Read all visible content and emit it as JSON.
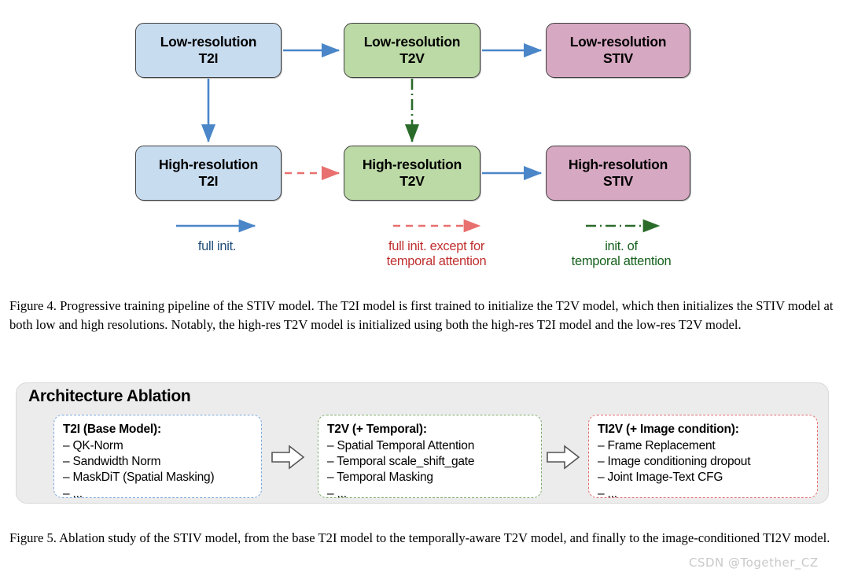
{
  "figure4": {
    "nodes": [
      {
        "id": "lr-t2i",
        "line1": "Low-resolution",
        "line2": "T2I",
        "color": "#c8dcf0"
      },
      {
        "id": "lr-t2v",
        "line1": "Low-resolution",
        "line2": "T2V",
        "color": "#bcdaa6"
      },
      {
        "id": "lr-stiv",
        "line1": "Low-resolution",
        "line2": "STIV",
        "color": "#d7a8c2"
      },
      {
        "id": "hr-t2i",
        "line1": "High-resolution",
        "line2": "T2I",
        "color": "#c8dcf0"
      },
      {
        "id": "hr-t2v",
        "line1": "High-resolution",
        "line2": "T2V",
        "color": "#bcdaa6"
      },
      {
        "id": "hr-stiv",
        "line1": "High-resolution",
        "line2": "STIV",
        "color": "#d7a8c2"
      }
    ],
    "legend": [
      {
        "id": "full",
        "label": "full init.",
        "style": "solid",
        "color": "#4a86c8"
      },
      {
        "id": "except",
        "label": "full init. except for\ntemporal attention",
        "style": "dashed",
        "color": "#e8706f"
      },
      {
        "id": "temporal",
        "label": "init. of\ntemporal attention",
        "style": "dashdot",
        "color": "#2a6b2a"
      }
    ],
    "caption": "Figure 4. Progressive training pipeline of the STIV model. The T2I model is first trained to initialize the T2V model, which then initializes the STIV model at both low and high resolutions. Notably, the high-res T2V model is initialized using both the high-res T2I model and the low-res T2V model."
  },
  "figure5": {
    "title": "Architecture Ablation",
    "panels": [
      {
        "id": "t2i",
        "head": "T2I (Base Model):",
        "items": [
          "– QK-Norm",
          "– Sandwidth Norm",
          "– MaskDiT (Spatial Masking)",
          "– ..."
        ],
        "border_color": "#7aa7dd"
      },
      {
        "id": "t2v",
        "head": "T2V (+ Temporal):",
        "items": [
          "– Spatial Temporal Attention",
          "– Temporal scale_shift_gate",
          "– Temporal Masking",
          "– ..."
        ],
        "border_color": "#7fad6c"
      },
      {
        "id": "ti2v",
        "head": "TI2V (+ Image condition):",
        "items": [
          "– Frame Replacement",
          "– Image conditioning dropout",
          "– Joint Image-Text CFG",
          "– ..."
        ],
        "border_color": "#e06c6c"
      }
    ],
    "caption": "Figure 5. Ablation study of the STIV model, from the base T2I model to the temporally-aware T2V model, and finally to the image-conditioned TI2V model."
  },
  "watermark": "CSDN @Together_CZ"
}
